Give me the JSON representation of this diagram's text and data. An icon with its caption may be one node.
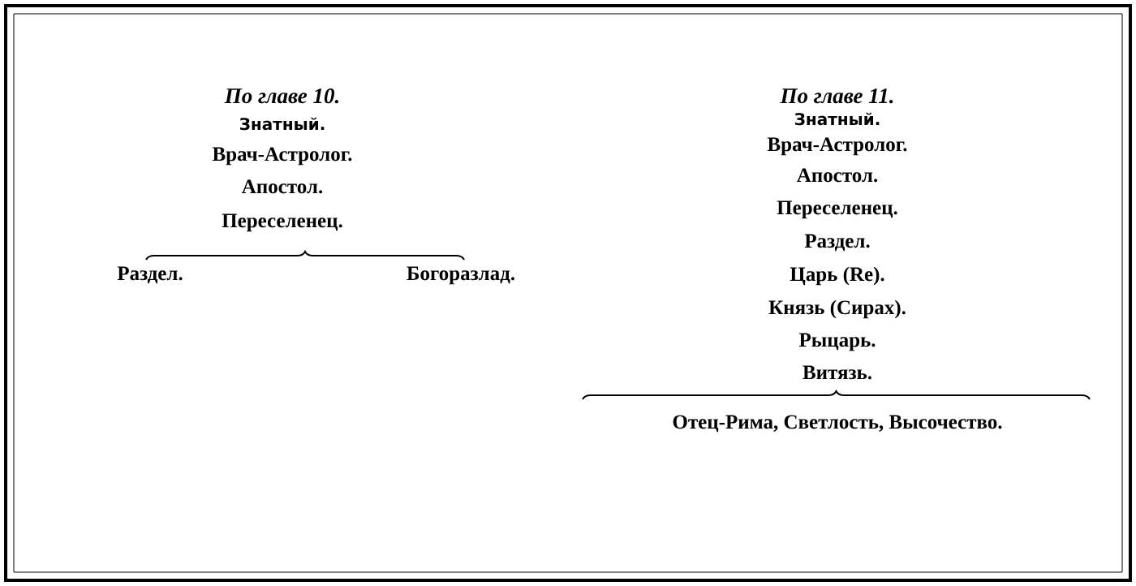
{
  "diagram": {
    "labels": [
      "По главе 10.",
      "Знатный.",
      "Врач-Астролог.",
      "Апостол.",
      "Переселенец.",
      "Раздел.",
      "Богоразлад.",
      "По главе 11.",
      "Знатный.",
      "Врач-Астролог.",
      "Апостол.",
      "Переселенец.",
      "Раздел.",
      "Царь (Re).",
      "Князь (Сирах).",
      "Рыцарь.",
      "Витязь.",
      "Отец-Рима, Светлость, Высочество."
    ]
  }
}
